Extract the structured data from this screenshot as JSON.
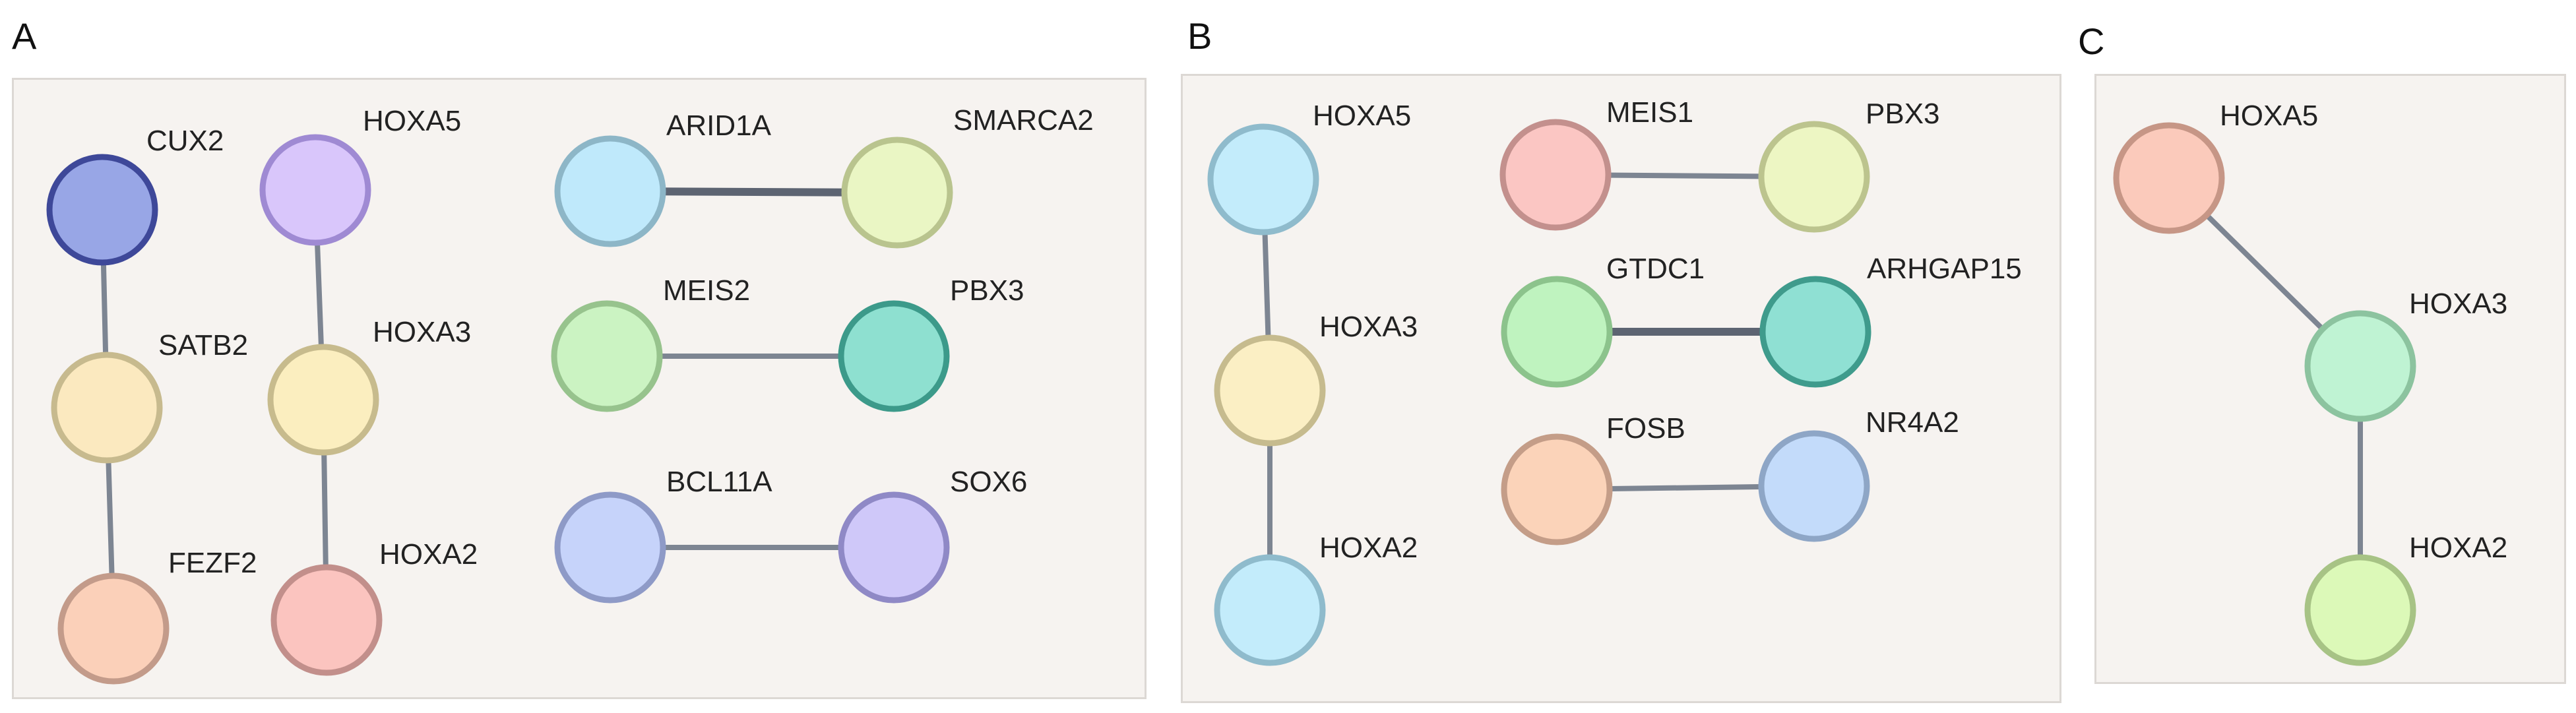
{
  "panels": [
    {
      "letter": "A",
      "nodes": [
        {
          "id": "CUX2",
          "label": "CUX2",
          "fill": "#98a6e6",
          "stroke": "#3e4899"
        },
        {
          "id": "HOXA5",
          "label": "HOXA5",
          "fill": "#d9c6fb",
          "stroke": "#9f8ad3"
        },
        {
          "id": "SATB2",
          "label": "SATB2",
          "fill": "#fbe9bf",
          "stroke": "#c7ba8e"
        },
        {
          "id": "HOXA3",
          "label": "HOXA3",
          "fill": "#fbeebf",
          "stroke": "#c7bb8d"
        },
        {
          "id": "FEZF2",
          "label": "FEZF2",
          "fill": "#fbd0b9",
          "stroke": "#c39b8a"
        },
        {
          "id": "HOXA2",
          "label": "HOXA2",
          "fill": "#fbc4bf",
          "stroke": "#c28f8b"
        },
        {
          "id": "ARID1A",
          "label": "ARID1A",
          "fill": "#bfe9fb",
          "stroke": "#8db6c7"
        },
        {
          "id": "SMARCA2",
          "label": "SMARCA2",
          "fill": "#eaf6c4",
          "stroke": "#b9c48e"
        },
        {
          "id": "MEIS2",
          "label": "MEIS2",
          "fill": "#cbf3c2",
          "stroke": "#97c38d"
        },
        {
          "id": "PBX3",
          "label": "PBX3",
          "fill": "#8ee0d0",
          "stroke": "#3c9a8a"
        },
        {
          "id": "BCL11A",
          "label": "BCL11A",
          "fill": "#c6d3fa",
          "stroke": "#8e9ac7"
        },
        {
          "id": "SOX6",
          "label": "SOX6",
          "fill": "#cfc8f9",
          "stroke": "#8f89c6"
        }
      ],
      "edges": [
        {
          "from": "CUX2",
          "to": "SATB2",
          "strength": "normal"
        },
        {
          "from": "SATB2",
          "to": "FEZF2",
          "strength": "normal"
        },
        {
          "from": "HOXA5",
          "to": "HOXA3",
          "strength": "normal"
        },
        {
          "from": "HOXA3",
          "to": "HOXA2",
          "strength": "normal"
        },
        {
          "from": "ARID1A",
          "to": "SMARCA2",
          "strength": "strong"
        },
        {
          "from": "MEIS2",
          "to": "PBX3",
          "strength": "normal"
        },
        {
          "from": "BCL11A",
          "to": "SOX6",
          "strength": "normal"
        }
      ]
    },
    {
      "letter": "B",
      "nodes": [
        {
          "id": "HOXA5",
          "label": "HOXA5",
          "fill": "#c3ecfb",
          "stroke": "#8fbbcc"
        },
        {
          "id": "HOXA3",
          "label": "HOXA3",
          "fill": "#fbefc4",
          "stroke": "#c6bb8e"
        },
        {
          "id": "HOXA2",
          "label": "HOXA2",
          "fill": "#c3ecfb",
          "stroke": "#8fbbcc"
        },
        {
          "id": "MEIS1",
          "label": "MEIS1",
          "fill": "#fbc6c3",
          "stroke": "#c3908d"
        },
        {
          "id": "PBX3",
          "label": "PBX3",
          "fill": "#edf6c3",
          "stroke": "#bcc48e"
        },
        {
          "id": "GTDC1",
          "label": "GTDC1",
          "fill": "#bff3bf",
          "stroke": "#8cc38c"
        },
        {
          "id": "ARHGAP15",
          "label": "ARHGAP15",
          "fill": "#8fe0d3",
          "stroke": "#3f9b8c"
        },
        {
          "id": "FOSB",
          "label": "FOSB",
          "fill": "#fbd3b9",
          "stroke": "#c49d88"
        },
        {
          "id": "NR4A2",
          "label": "NR4A2",
          "fill": "#c3dbfa",
          "stroke": "#8ea6c6"
        }
      ],
      "edges": [
        {
          "from": "HOXA5",
          "to": "HOXA3",
          "strength": "normal"
        },
        {
          "from": "HOXA3",
          "to": "HOXA2",
          "strength": "normal"
        },
        {
          "from": "MEIS1",
          "to": "PBX3",
          "strength": "normal"
        },
        {
          "from": "GTDC1",
          "to": "ARHGAP15",
          "strength": "strong"
        },
        {
          "from": "FOSB",
          "to": "NR4A2",
          "strength": "normal"
        }
      ]
    },
    {
      "letter": "C",
      "nodes": [
        {
          "id": "HOXA5",
          "label": "HOXA5",
          "fill": "#fbcabb",
          "stroke": "#c69686"
        },
        {
          "id": "HOXA3",
          "label": "HOXA3",
          "fill": "#bff3d3",
          "stroke": "#8cc39f"
        },
        {
          "id": "HOXA2",
          "label": "HOXA2",
          "fill": "#dcf9b8",
          "stroke": "#a7c385"
        }
      ],
      "edges": [
        {
          "from": "HOXA5",
          "to": "HOXA3",
          "strength": "normal"
        },
        {
          "from": "HOXA3",
          "to": "HOXA2",
          "strength": "normal"
        }
      ]
    }
  ]
}
